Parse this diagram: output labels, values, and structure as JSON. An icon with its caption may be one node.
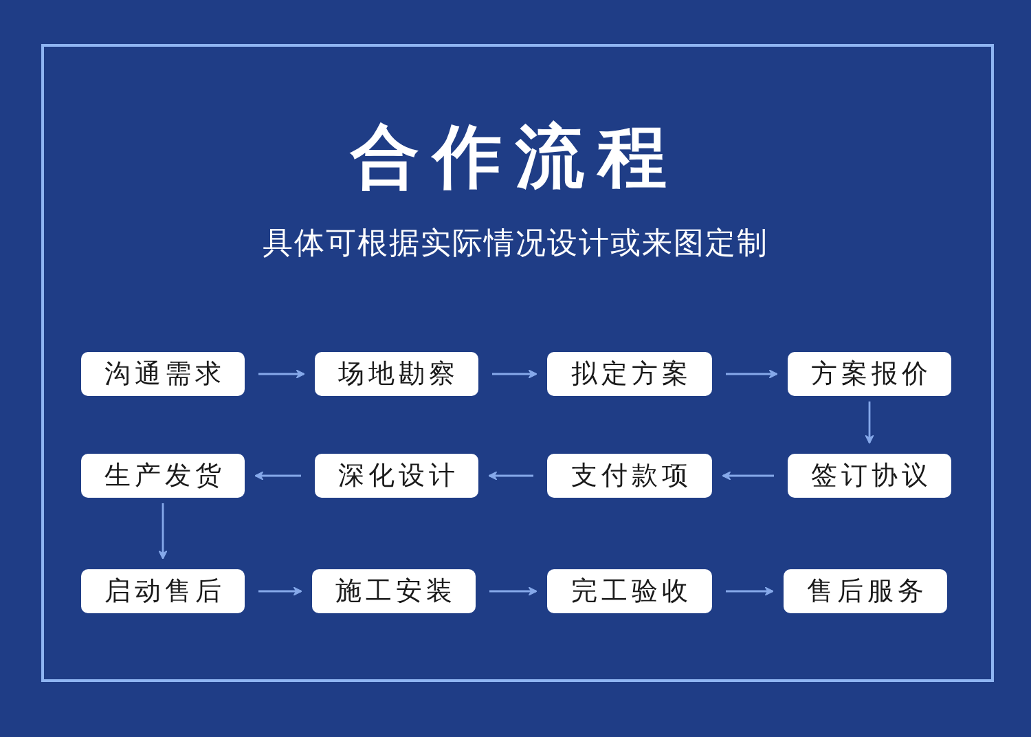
{
  "diagram": {
    "title": "合作流程",
    "nodes": [
      {
        "text": [
          "沟通需求"
        ]
      },
      {
        "text": [
          "场地勘察"
        ]
      },
      {
        "text": [
          "拟定方案"
        ]
      },
      {
        "text": [
          "方案报价"
        ]
      },
      {
        "text": [
          "生产发货"
        ]
      },
      {
        "text": [
          "深化设计"
        ]
      },
      {
        "text": [
          "支付款项"
        ]
      },
      {
        "text": [
          "签订协议"
        ]
      },
      {
        "text": [
          "启动售后"
        ]
      },
      {
        "text": [
          "施工安装"
        ]
      },
      {
        "text": [
          "完工验收"
        ]
      },
      {
        "text": [
          "售后服务"
        ]
      }
    ],
    "edges": [
      {
        "from": 0,
        "to": 1,
        "arrow": "to"
      },
      {
        "from": 1,
        "to": 2,
        "arrow": "to"
      },
      {
        "from": 2,
        "to": 3,
        "arrow": "to"
      },
      {
        "from": 3,
        "to": 7,
        "arrow": "to"
      },
      {
        "from": 7,
        "to": 6,
        "arrow": "to"
      },
      {
        "from": 6,
        "to": 5,
        "arrow": "to"
      },
      {
        "from": 5,
        "to": 4,
        "arrow": "to"
      },
      {
        "from": 4,
        "to": 8,
        "arrow": "to"
      },
      {
        "from": 8,
        "to": 9,
        "arrow": "to"
      },
      {
        "from": 9,
        "to": 10,
        "arrow": "to"
      },
      {
        "from": 10,
        "to": 11,
        "arrow": "to"
      }
    ],
    "labels": [
      "具体可根据实际情况设计或来图定制"
    ]
  }
}
